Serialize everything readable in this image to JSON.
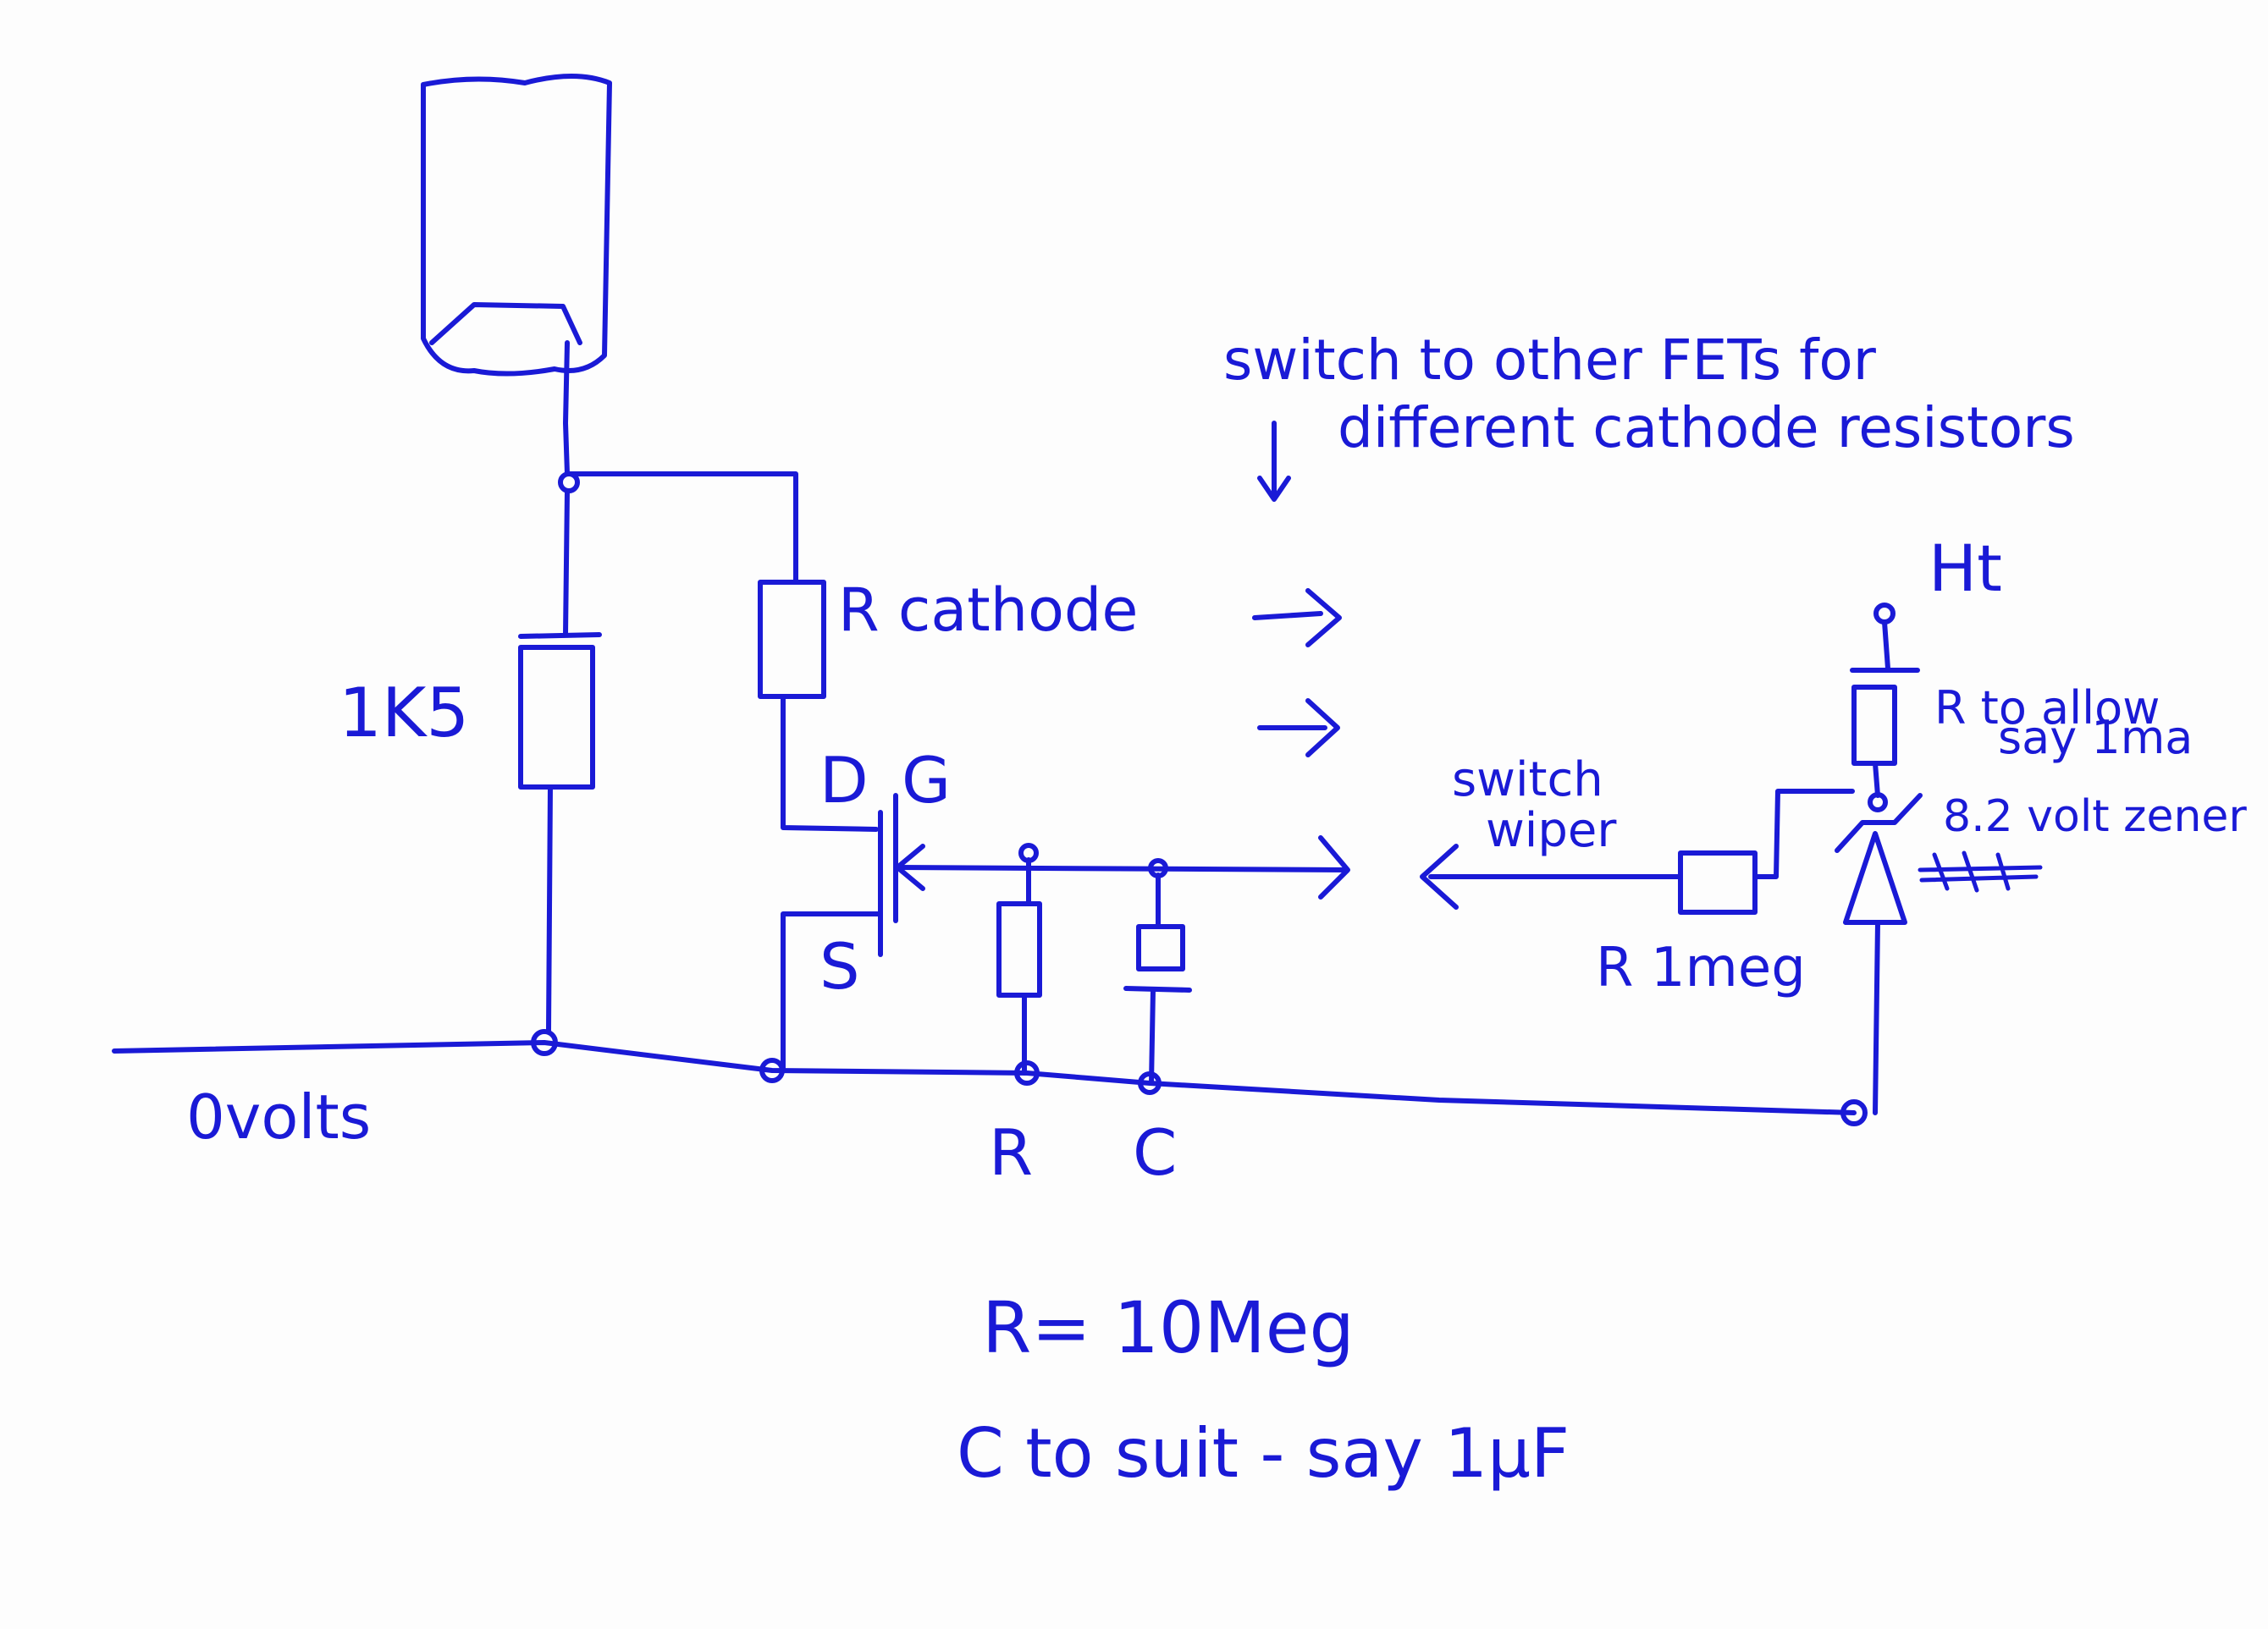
{
  "labels": {
    "r_1k5": "1K5",
    "r_cathode": "R cathode",
    "drain": "D",
    "gate": "G",
    "source": "S",
    "zero_volts": "0volts",
    "r_bottom": "R",
    "c_bottom": "C",
    "switch_note_line1": "switch to other FETs for",
    "switch_note_line2": "different cathode resistors",
    "switch_wiper_line1": "switch",
    "switch_wiper_line2": "wiper",
    "r_1meg": "R 1meg",
    "ht": "Ht",
    "r_to_allow_line1": "R to allow",
    "r_to_allow_line2": "say 1ma",
    "zener": "8.2 volt zener",
    "r_value": "R= 10Meg",
    "c_value": "C to suit - say 1µF"
  },
  "colors": {
    "ink": "#1a1ad6",
    "paper": "#fdfdfd"
  }
}
